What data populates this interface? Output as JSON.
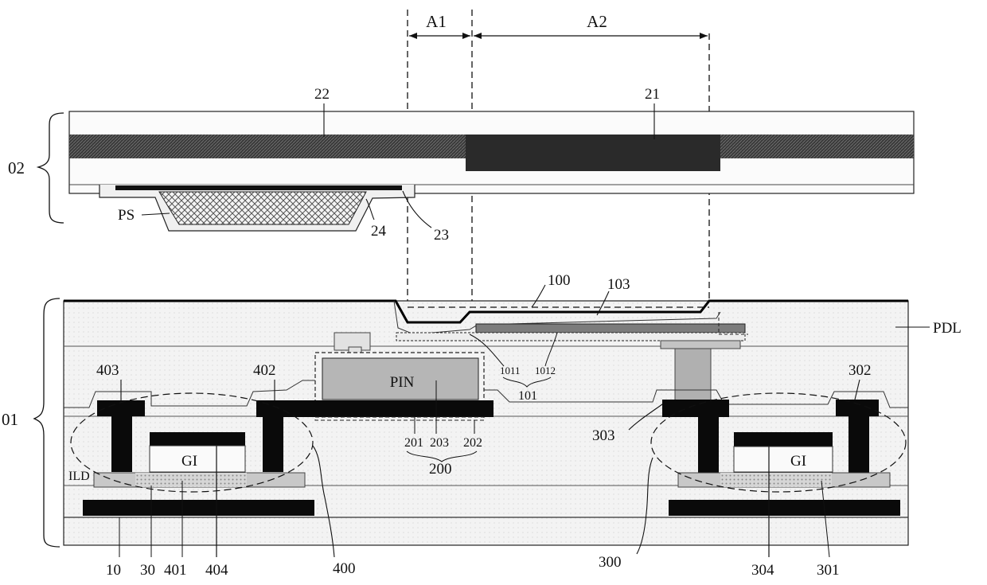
{
  "regions": {
    "a1": "A1",
    "a2": "A2"
  },
  "labels": {
    "substrate_02": "02",
    "substrate_01": "01",
    "n22": "22",
    "n21": "21",
    "ps": "PS",
    "n24": "24",
    "n23": "23",
    "n100": "100",
    "n103": "103",
    "pdl": "PDL",
    "pin": "PIN",
    "n1011": "1011",
    "n1012": "1012",
    "n101": "101",
    "n403": "403",
    "n402": "402",
    "n302": "302",
    "n303": "303",
    "gi_left": "GI",
    "gi_right": "GI",
    "ild": "ILD",
    "n201": "201",
    "n203": "203",
    "n202": "202",
    "n200": "200",
    "n10": "10",
    "n30": "30",
    "n401": "401",
    "n404": "404",
    "n400": "400",
    "n300": "300",
    "n304": "304",
    "n301": "301"
  },
  "colors": {
    "black_layer": "#0a0a0a",
    "dense_layer": "#2e2e2e",
    "medium_gray": "#9a9a9a",
    "light_gray": "#f2f2f2",
    "pin_fill": "#b8b8b8",
    "outline": "#222222"
  }
}
